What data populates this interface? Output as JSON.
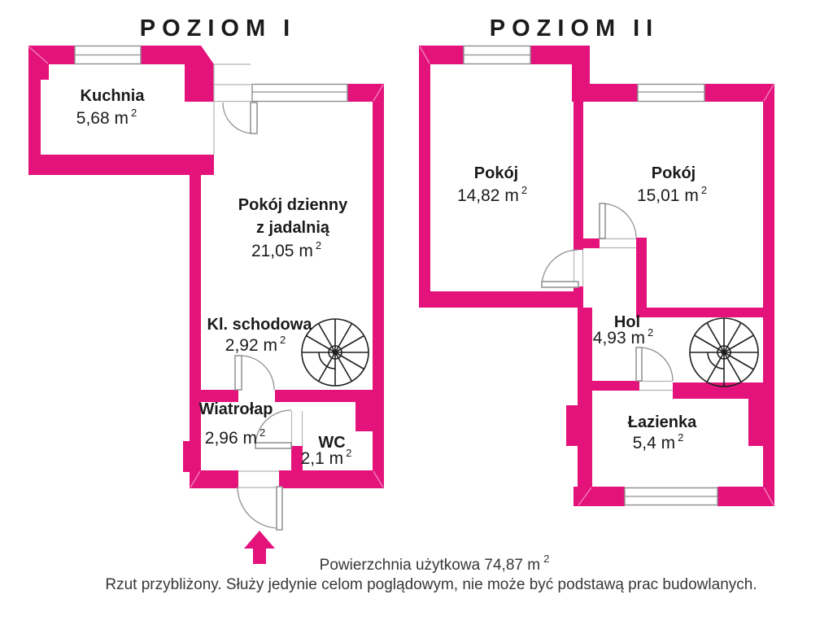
{
  "colors": {
    "wall": "#E4137C",
    "door_line": "#8f8f8f",
    "thin_line": "#b5b5b5",
    "stair": "#1f1f1f",
    "label": "#1b1b1b",
    "footer_text": "#373737"
  },
  "levels": [
    {
      "title": "POZIOM",
      "numeral": "I",
      "rooms": [
        {
          "key": "kuchnia",
          "name": "Kuchnia",
          "area": "5,68 m",
          "sup": "2"
        },
        {
          "key": "pokoj-dzienny",
          "name_line1": "Pokój dzienny",
          "name_line2": "z jadalnią",
          "area": "21,05 m",
          "sup": "2"
        },
        {
          "key": "kl-schodowa",
          "name": "Kl. schodowa",
          "area": "2,92 m",
          "sup": "2"
        },
        {
          "key": "wiatrolap",
          "name": "Wiatrołap",
          "area": "2,96 m",
          "sup": "2"
        },
        {
          "key": "wc",
          "name": "WC",
          "area": "2,1 m",
          "sup": "2"
        }
      ]
    },
    {
      "title": "POZIOM",
      "numeral": "II",
      "rooms": [
        {
          "key": "pokoj-1",
          "name": "Pokój",
          "area": "14,82 m",
          "sup": "2"
        },
        {
          "key": "pokoj-2",
          "name": "Pokój",
          "area": "15,01 m",
          "sup": "2"
        },
        {
          "key": "hol",
          "name": "Hol",
          "area": "4,93 m",
          "sup": "2"
        },
        {
          "key": "lazienka",
          "name": "Łazienka",
          "area": "5,4 m",
          "sup": "2"
        }
      ]
    }
  ],
  "footer": {
    "total_area": "Powierzchnia użytkowa 74,87 m",
    "total_area_sup": "2",
    "disclaimer": "Rzut przybliżony. Służy jedynie celom poglądowym, nie może być podstawą prac budowlanych."
  }
}
